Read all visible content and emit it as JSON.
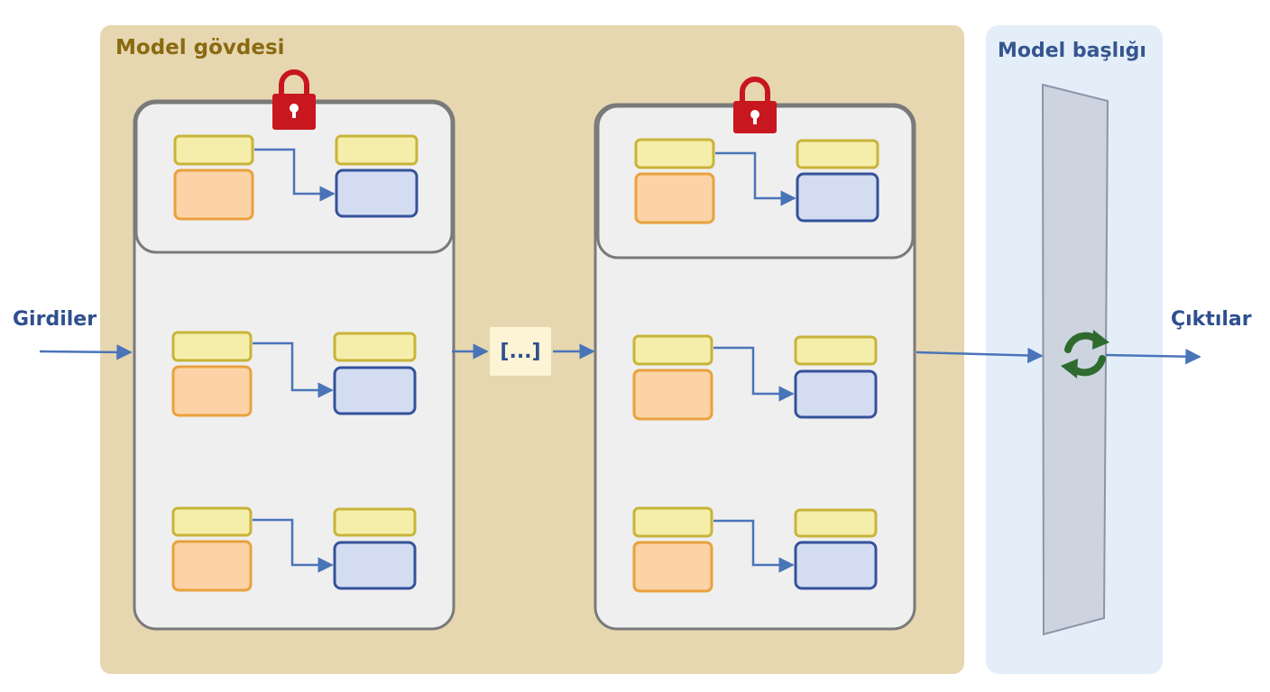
{
  "panels": {
    "body_title": "Model gövdesi",
    "head_title": "Model başlığı"
  },
  "io": {
    "inputs": "Girdiler",
    "outputs": "Çıktılar"
  },
  "ellipsis": "[...]",
  "icons": {
    "frozen": "lock-icon",
    "trainable": "refresh-icon"
  },
  "colors": {
    "body_panel": "#e6d7b0",
    "head_panel": "#e4eef9",
    "yellow_block": "#f5eeaa",
    "orange_block": "#fbd3a6",
    "blue_block": "#d4dcf2",
    "lock": "#c8171e",
    "refresh": "#2f6b2f",
    "arrow": "#4a74b8"
  }
}
